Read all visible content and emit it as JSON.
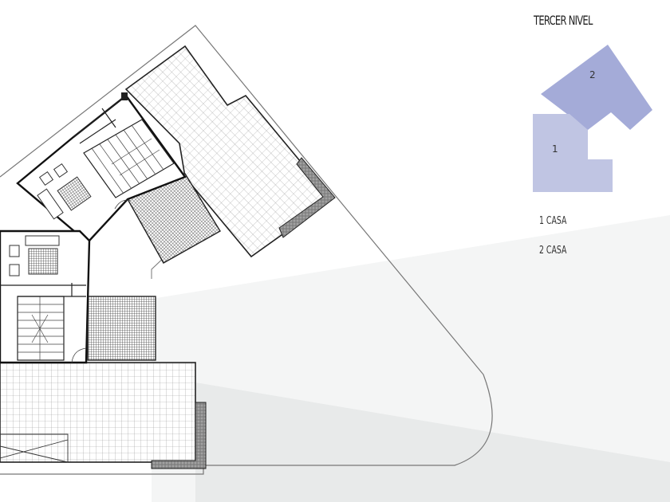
{
  "legend": {
    "title": "TERCER NIVEL",
    "shape_labels": [
      "1",
      "2"
    ],
    "items": [
      "1 CASA",
      "2 CASA"
    ],
    "colors": {
      "unit_1": "#c0c5e3",
      "unit_2": "#a4abd8"
    }
  },
  "plan": {
    "background_band_color": "#eef0f0",
    "line_color": "#222222",
    "grid_color": "#999999",
    "hatch_color": "#666666"
  }
}
